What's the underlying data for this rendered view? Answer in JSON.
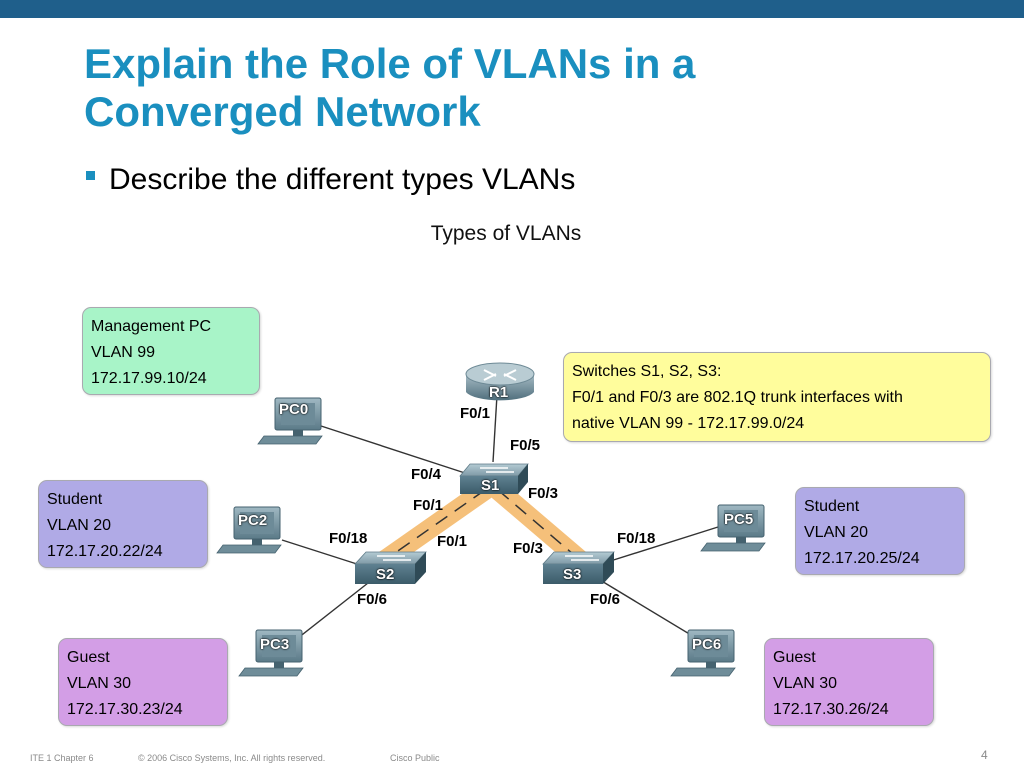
{
  "slide": {
    "title_line1": "Explain the Role of VLANs in a",
    "title_line2": "Converged Network",
    "bullet": "Describe the different types VLANs",
    "diagram_title": "Types of VLANs"
  },
  "devices": {
    "router": "R1",
    "switch1": "S1",
    "switch2": "S2",
    "switch3": "S3",
    "pc0": "PC0",
    "pc2": "PC2",
    "pc3": "PC3",
    "pc5": "PC5",
    "pc6": "PC6"
  },
  "ports": {
    "r1_f01": "F0/1",
    "s1_f05": "F0/5",
    "s1_f04": "F0/4",
    "s1_f01": "F0/1",
    "s1_f03": "F0/3",
    "s2_f01": "F0/1",
    "s2_f018": "F0/18",
    "s2_f06": "F0/6",
    "s3_f03": "F0/3",
    "s3_f018": "F0/18",
    "s3_f06": "F0/6"
  },
  "boxes": {
    "management": {
      "line1": "Management PC",
      "line2": "VLAN 99",
      "line3": "172.17.99.10/24"
    },
    "note": {
      "line1": "Switches S1, S2, S3:",
      "line2": "F0/1 and F0/3 are 802.1Q trunk interfaces with",
      "line3": "native VLAN 99 - 172.17.99.0/24"
    },
    "student_left": {
      "line1": "Student",
      "line2": "VLAN 20",
      "line3": "172.17.20.22/24"
    },
    "student_right": {
      "line1": "Student",
      "line2": "VLAN 20",
      "line3": "172.17.20.25/24"
    },
    "guest_left": {
      "line1": "Guest",
      "line2": "VLAN 30",
      "line3": "172.17.30.23/24"
    },
    "guest_right": {
      "line1": "Guest",
      "line2": "VLAN 30",
      "line3": "172.17.30.26/24"
    }
  },
  "footer": {
    "course": "ITE 1 Chapter 6",
    "copyright": "© 2006 Cisco Systems, Inc. All rights reserved.",
    "classification": "Cisco Public",
    "page": "4"
  },
  "colors": {
    "title": "#1a8fbf",
    "topbar": "#1f5f8b",
    "trunk": "#f5c07a",
    "management_box": "#a8f4c8",
    "note_box": "#fffd9c",
    "student_box": "#b0aae6",
    "guest_box": "#d39ee6"
  }
}
